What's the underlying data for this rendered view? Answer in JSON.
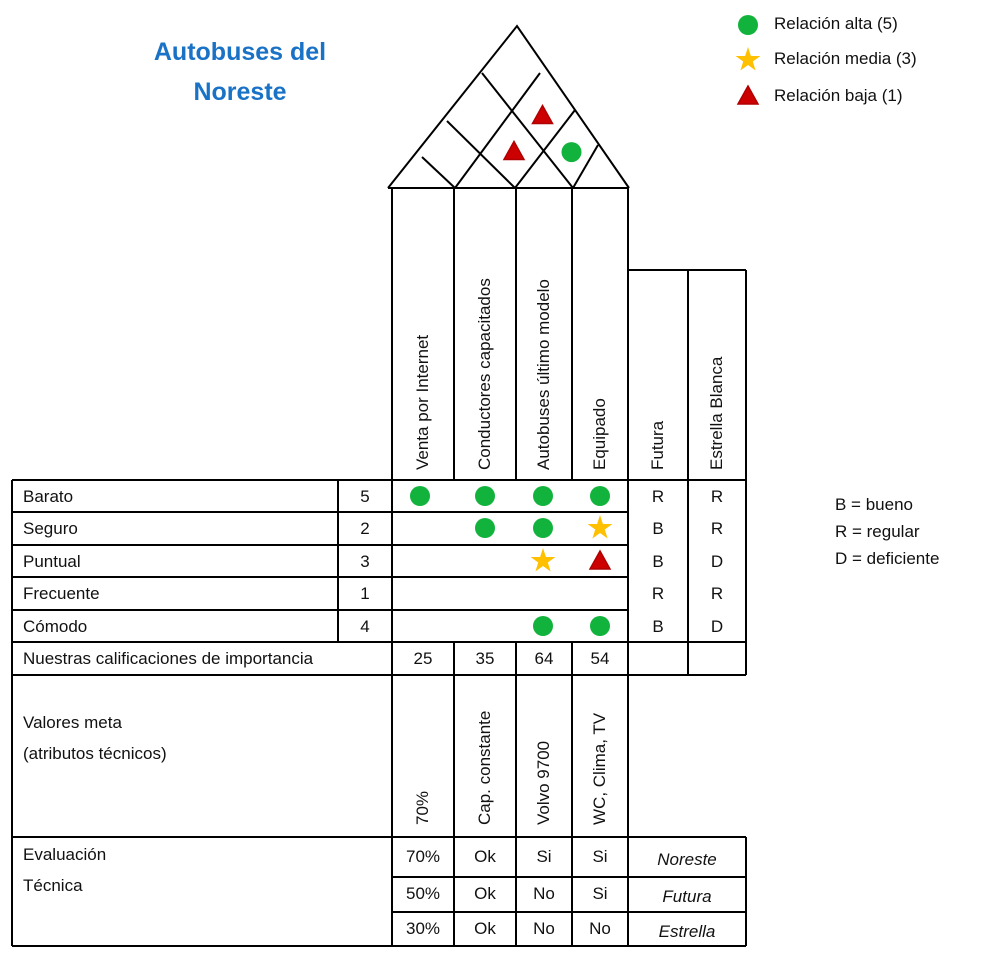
{
  "title": [
    "Autobuses del",
    "Noreste"
  ],
  "legend": [
    {
      "type": "alta",
      "label": "Relación alta (5)"
    },
    {
      "type": "media",
      "label": "Relación media (3)"
    },
    {
      "type": "baja",
      "label": "Relación baja (1)"
    }
  ],
  "colors": {
    "alta": "#12b33c",
    "media": "#ffc000",
    "baja": "#cc0000",
    "title": "#1a72c6"
  },
  "technical_attributes": [
    "Venta por Internet",
    "Conductores capacitados",
    "Autobuses último modelo",
    "Equipado"
  ],
  "competitors": [
    "Futura",
    "Estrella Blanca"
  ],
  "roof": [
    {
      "pair": [
        1,
        2
      ],
      "type": "baja"
    },
    {
      "pair": [
        1,
        3
      ],
      "type": "baja"
    },
    {
      "pair": [
        2,
        3
      ],
      "type": "alta"
    }
  ],
  "requirements": [
    {
      "name": "Barato",
      "importance": "5",
      "relations": [
        "alta",
        "alta",
        "alta",
        "alta"
      ],
      "competitors": [
        "R",
        "R"
      ]
    },
    {
      "name": "Seguro",
      "importance": "2",
      "relations": [
        "",
        "alta",
        "alta",
        "media"
      ],
      "competitors": [
        "B",
        "R"
      ]
    },
    {
      "name": "Puntual",
      "importance": "3",
      "relations": [
        "",
        "",
        "media",
        "baja"
      ],
      "competitors": [
        "B",
        "D"
      ]
    },
    {
      "name": "Frecuente",
      "importance": "1",
      "relations": [
        "",
        "",
        "",
        ""
      ],
      "competitors": [
        "R",
        "R"
      ]
    },
    {
      "name": "Cómodo",
      "importance": "4",
      "relations": [
        "",
        "",
        "alta",
        "alta"
      ],
      "competitors": [
        "B",
        "D"
      ]
    }
  ],
  "importance_row": {
    "label": "Nuestras calificaciones de importancia",
    "values": [
      "25",
      "35",
      "64",
      "54"
    ]
  },
  "target_values": {
    "label": [
      "Valores meta",
      "(atributos técnicos)"
    ],
    "values": [
      "70%",
      "Cap. constante",
      "Volvo 9700",
      "WC, Clima, TV"
    ]
  },
  "technical_evaluation": {
    "label": [
      "Evaluación",
      "Técnica"
    ],
    "rows": [
      {
        "values": [
          "70%",
          "Ok",
          "Si",
          "Si"
        ],
        "company": "Noreste"
      },
      {
        "values": [
          "50%",
          "Ok",
          "No",
          "Si"
        ],
        "company": "Futura"
      },
      {
        "values": [
          "30%",
          "Ok",
          "No",
          "No"
        ],
        "company": "Estrella"
      }
    ]
  },
  "rating_key": [
    "B = bueno",
    "R = regular",
    "D = deficiente"
  ]
}
